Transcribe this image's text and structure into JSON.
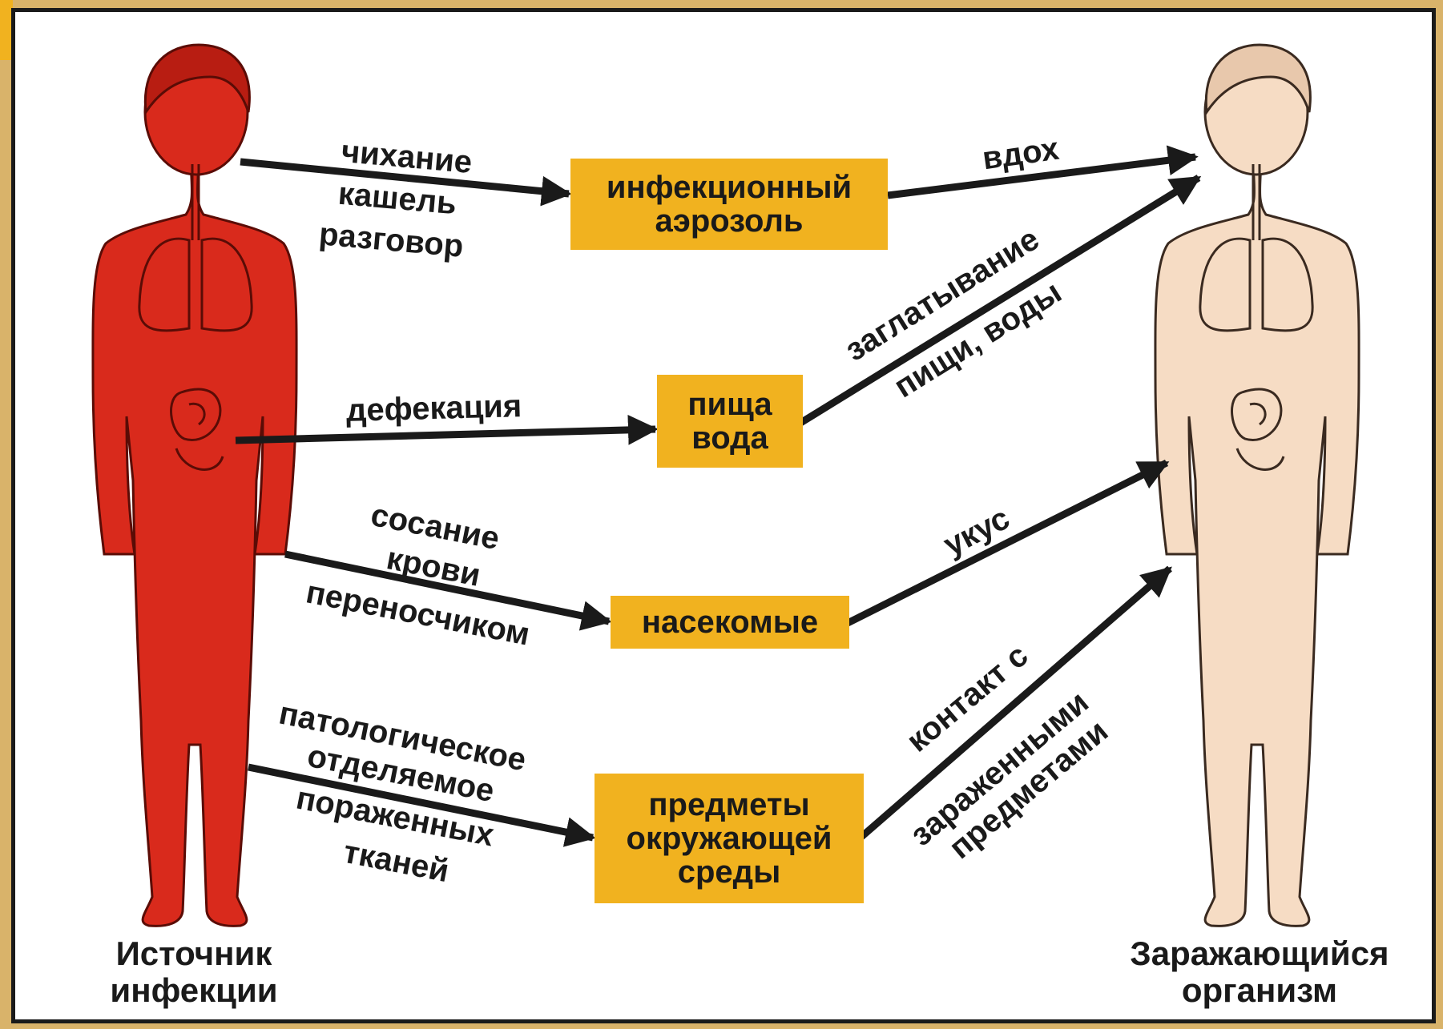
{
  "colors": {
    "source_body": "#d92a1c",
    "target_body": "#f6dcc4",
    "box": "#f1b21f",
    "arrow": "#1a1a1a",
    "frame": "#d9b36a"
  },
  "source": {
    "caption": "Источник\nинфекции"
  },
  "target": {
    "caption": "Заражающийся\nорганизм"
  },
  "boxes": {
    "aerosol": "инфекционный\nаэрозоль",
    "food": "пища\nвода",
    "insects": "насекомые",
    "objects": "предметы\nокружающей\nсреды"
  },
  "labels": {
    "sneeze": "чихание",
    "cough": "кашель",
    "talk": "разговор",
    "defecation": "дефекация",
    "suck": "сосание",
    "blood": "крови",
    "vector": "переносчиком",
    "patho": "патологическое",
    "secretion": "отделяемое",
    "affected": "пораженных",
    "tissues": "тканей",
    "inhale": "вдох",
    "swallow": "заглатывание",
    "food_water": "пищи, воды",
    "bite": "укус",
    "contact": "контакт с",
    "infected": "зараженными",
    "items": "предметами"
  }
}
